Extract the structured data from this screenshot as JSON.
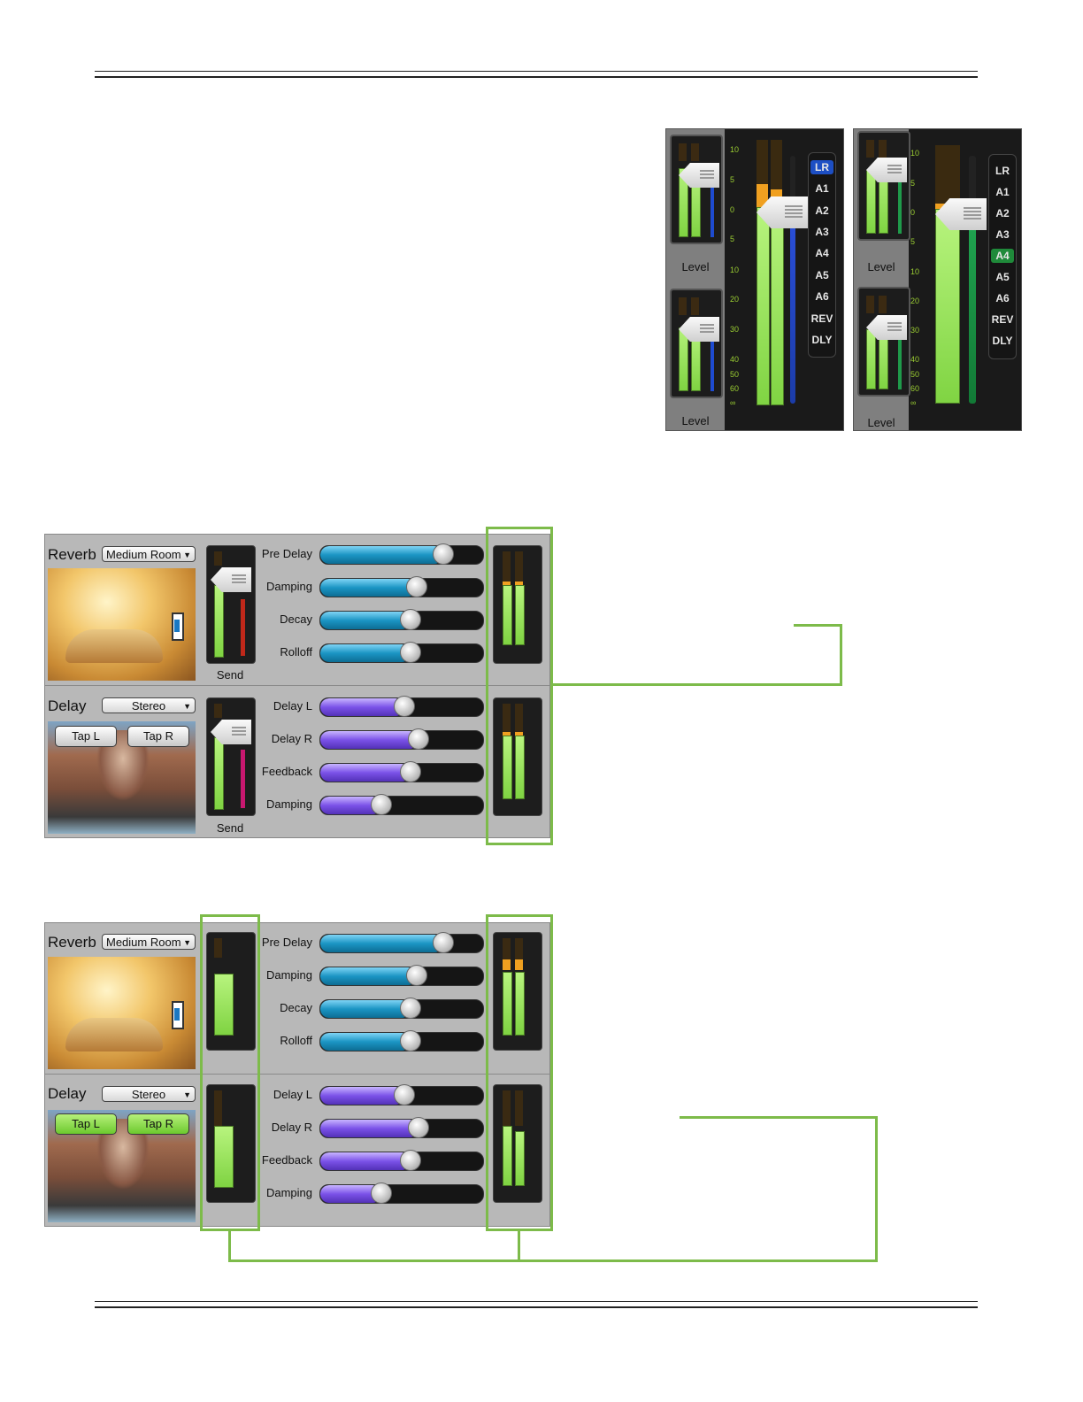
{
  "mixer_left": {
    "level_top_label": "Level",
    "level_bottom_label": "Level",
    "scale": [
      "10",
      "5",
      "0",
      "5",
      "10",
      "20",
      "30",
      "40",
      "50",
      "60",
      "∞"
    ],
    "buses": [
      "LR",
      "A1",
      "A2",
      "A3",
      "A4",
      "A5",
      "A6",
      "REV",
      "DLY"
    ],
    "selected_bus": "LR"
  },
  "mixer_right": {
    "level_top_label": "Level",
    "level_bottom_label": "Level",
    "scale": [
      "10",
      "5",
      "0",
      "5",
      "10",
      "20",
      "30",
      "40",
      "50",
      "60",
      "∞"
    ],
    "buses": [
      "LR",
      "A1",
      "A2",
      "A3",
      "A4",
      "A5",
      "A6",
      "REV",
      "DLY"
    ],
    "selected_bus": "A4"
  },
  "fx_top": {
    "reverb": {
      "title": "Reverb",
      "preset": "Medium Room",
      "send_label": "Send",
      "params": [
        {
          "label": "Pre Delay",
          "value": 0.7
        },
        {
          "label": "Damping",
          "value": 0.54
        },
        {
          "label": "Decay",
          "value": 0.5
        },
        {
          "label": "Rolloff",
          "value": 0.5
        }
      ]
    },
    "delay": {
      "title": "Delay",
      "preset": "Stereo",
      "tap_l": "Tap L",
      "tap_r": "Tap R",
      "send_label": "Send",
      "params": [
        {
          "label": "Delay L",
          "value": 0.46
        },
        {
          "label": "Delay R",
          "value": 0.55
        },
        {
          "label": "Feedback",
          "value": 0.5
        },
        {
          "label": "Damping",
          "value": 0.32
        }
      ]
    }
  },
  "fx_bottom": {
    "reverb": {
      "title": "Reverb",
      "preset": "Medium Room",
      "params": [
        {
          "label": "Pre Delay",
          "value": 0.7
        },
        {
          "label": "Damping",
          "value": 0.54
        },
        {
          "label": "Decay",
          "value": 0.5
        },
        {
          "label": "Rolloff",
          "value": 0.5
        }
      ]
    },
    "delay": {
      "title": "Delay",
      "preset": "Stereo",
      "tap_l": "Tap L",
      "tap_r": "Tap R",
      "params": [
        {
          "label": "Delay L",
          "value": 0.46
        },
        {
          "label": "Delay R",
          "value": 0.55
        },
        {
          "label": "Feedback",
          "value": 0.5
        },
        {
          "label": "Damping",
          "value": 0.32
        }
      ]
    }
  },
  "colors": {
    "accent_green": "#7dbb4a",
    "bus_select_blue": "#1d4fc4",
    "bus_select_green": "#1f8a3a"
  }
}
